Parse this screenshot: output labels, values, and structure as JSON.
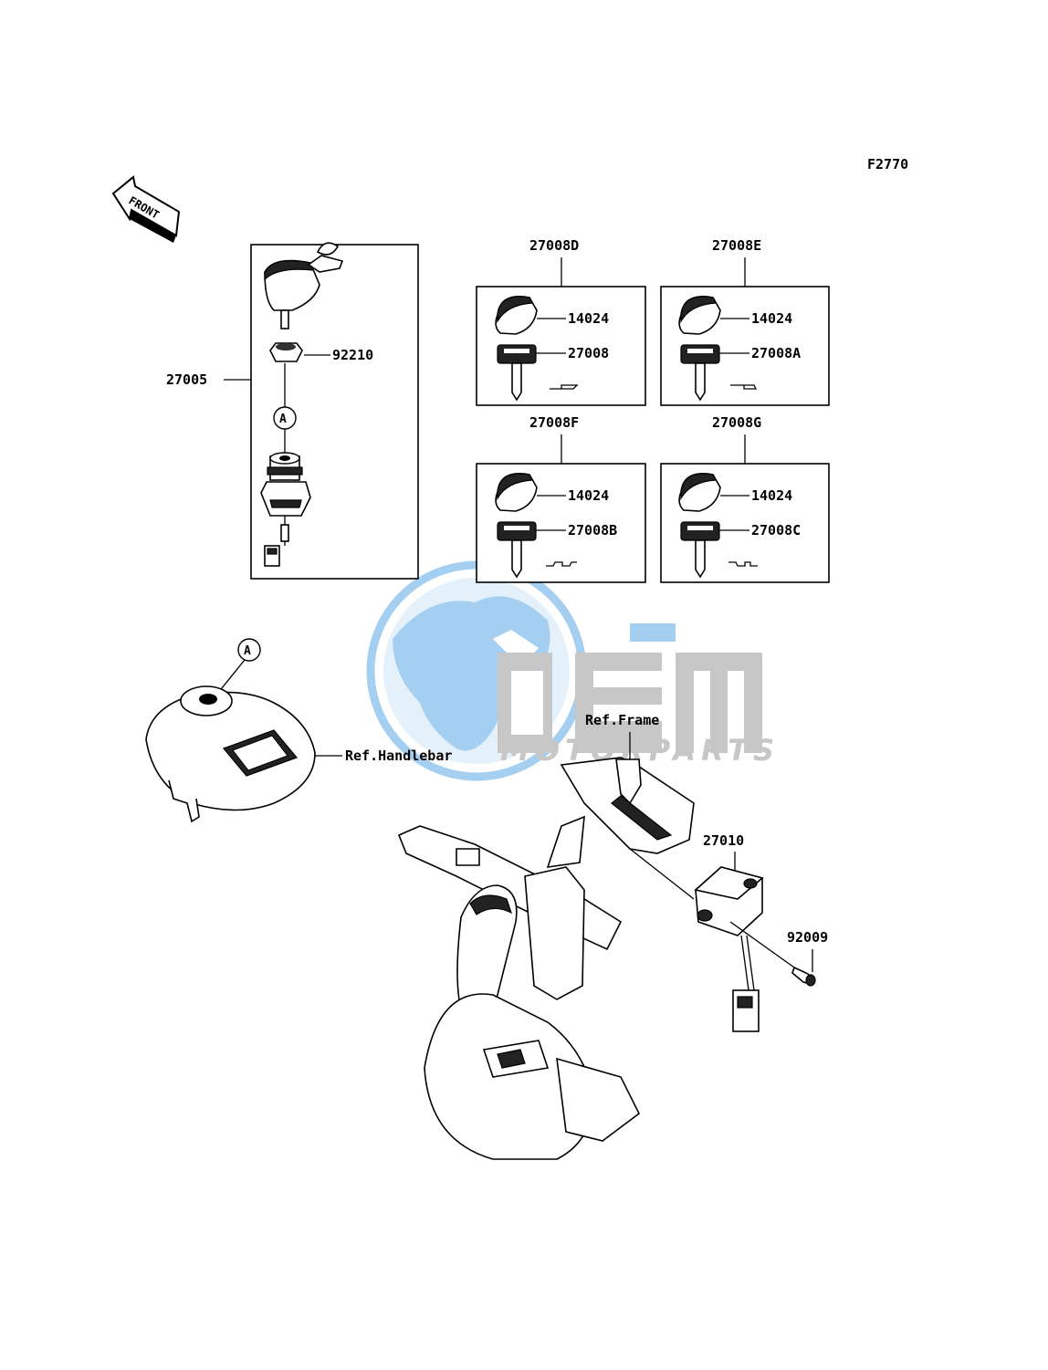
{
  "figure_code": "F2770",
  "front_label": "FRONT",
  "callout_a": "A",
  "ignition_assembly": {
    "assembly_no": "27005",
    "nut_no": "92210"
  },
  "key_sets": [
    {
      "set_no": "27008D",
      "cover_no": "14024",
      "key_no": "27008"
    },
    {
      "set_no": "27008E",
      "cover_no": "14024",
      "key_no": "27008A"
    },
    {
      "set_no": "27008F",
      "cover_no": "14024",
      "key_no": "27008B"
    },
    {
      "set_no": "27008G",
      "cover_no": "14024",
      "key_no": "27008C"
    }
  ],
  "references": {
    "handlebar": "Ref.Handlebar",
    "frame": "Ref.Frame"
  },
  "switch_no": "27010",
  "bolt_no": "92009",
  "watermark": {
    "brand": "OEM",
    "tagline": "MOTORPARTS"
  },
  "colors": {
    "line": "#000000",
    "watermark_blue": "#5aa9e6",
    "watermark_light_blue": "#cfe6f8",
    "watermark_gray": "#9a9a9a"
  }
}
